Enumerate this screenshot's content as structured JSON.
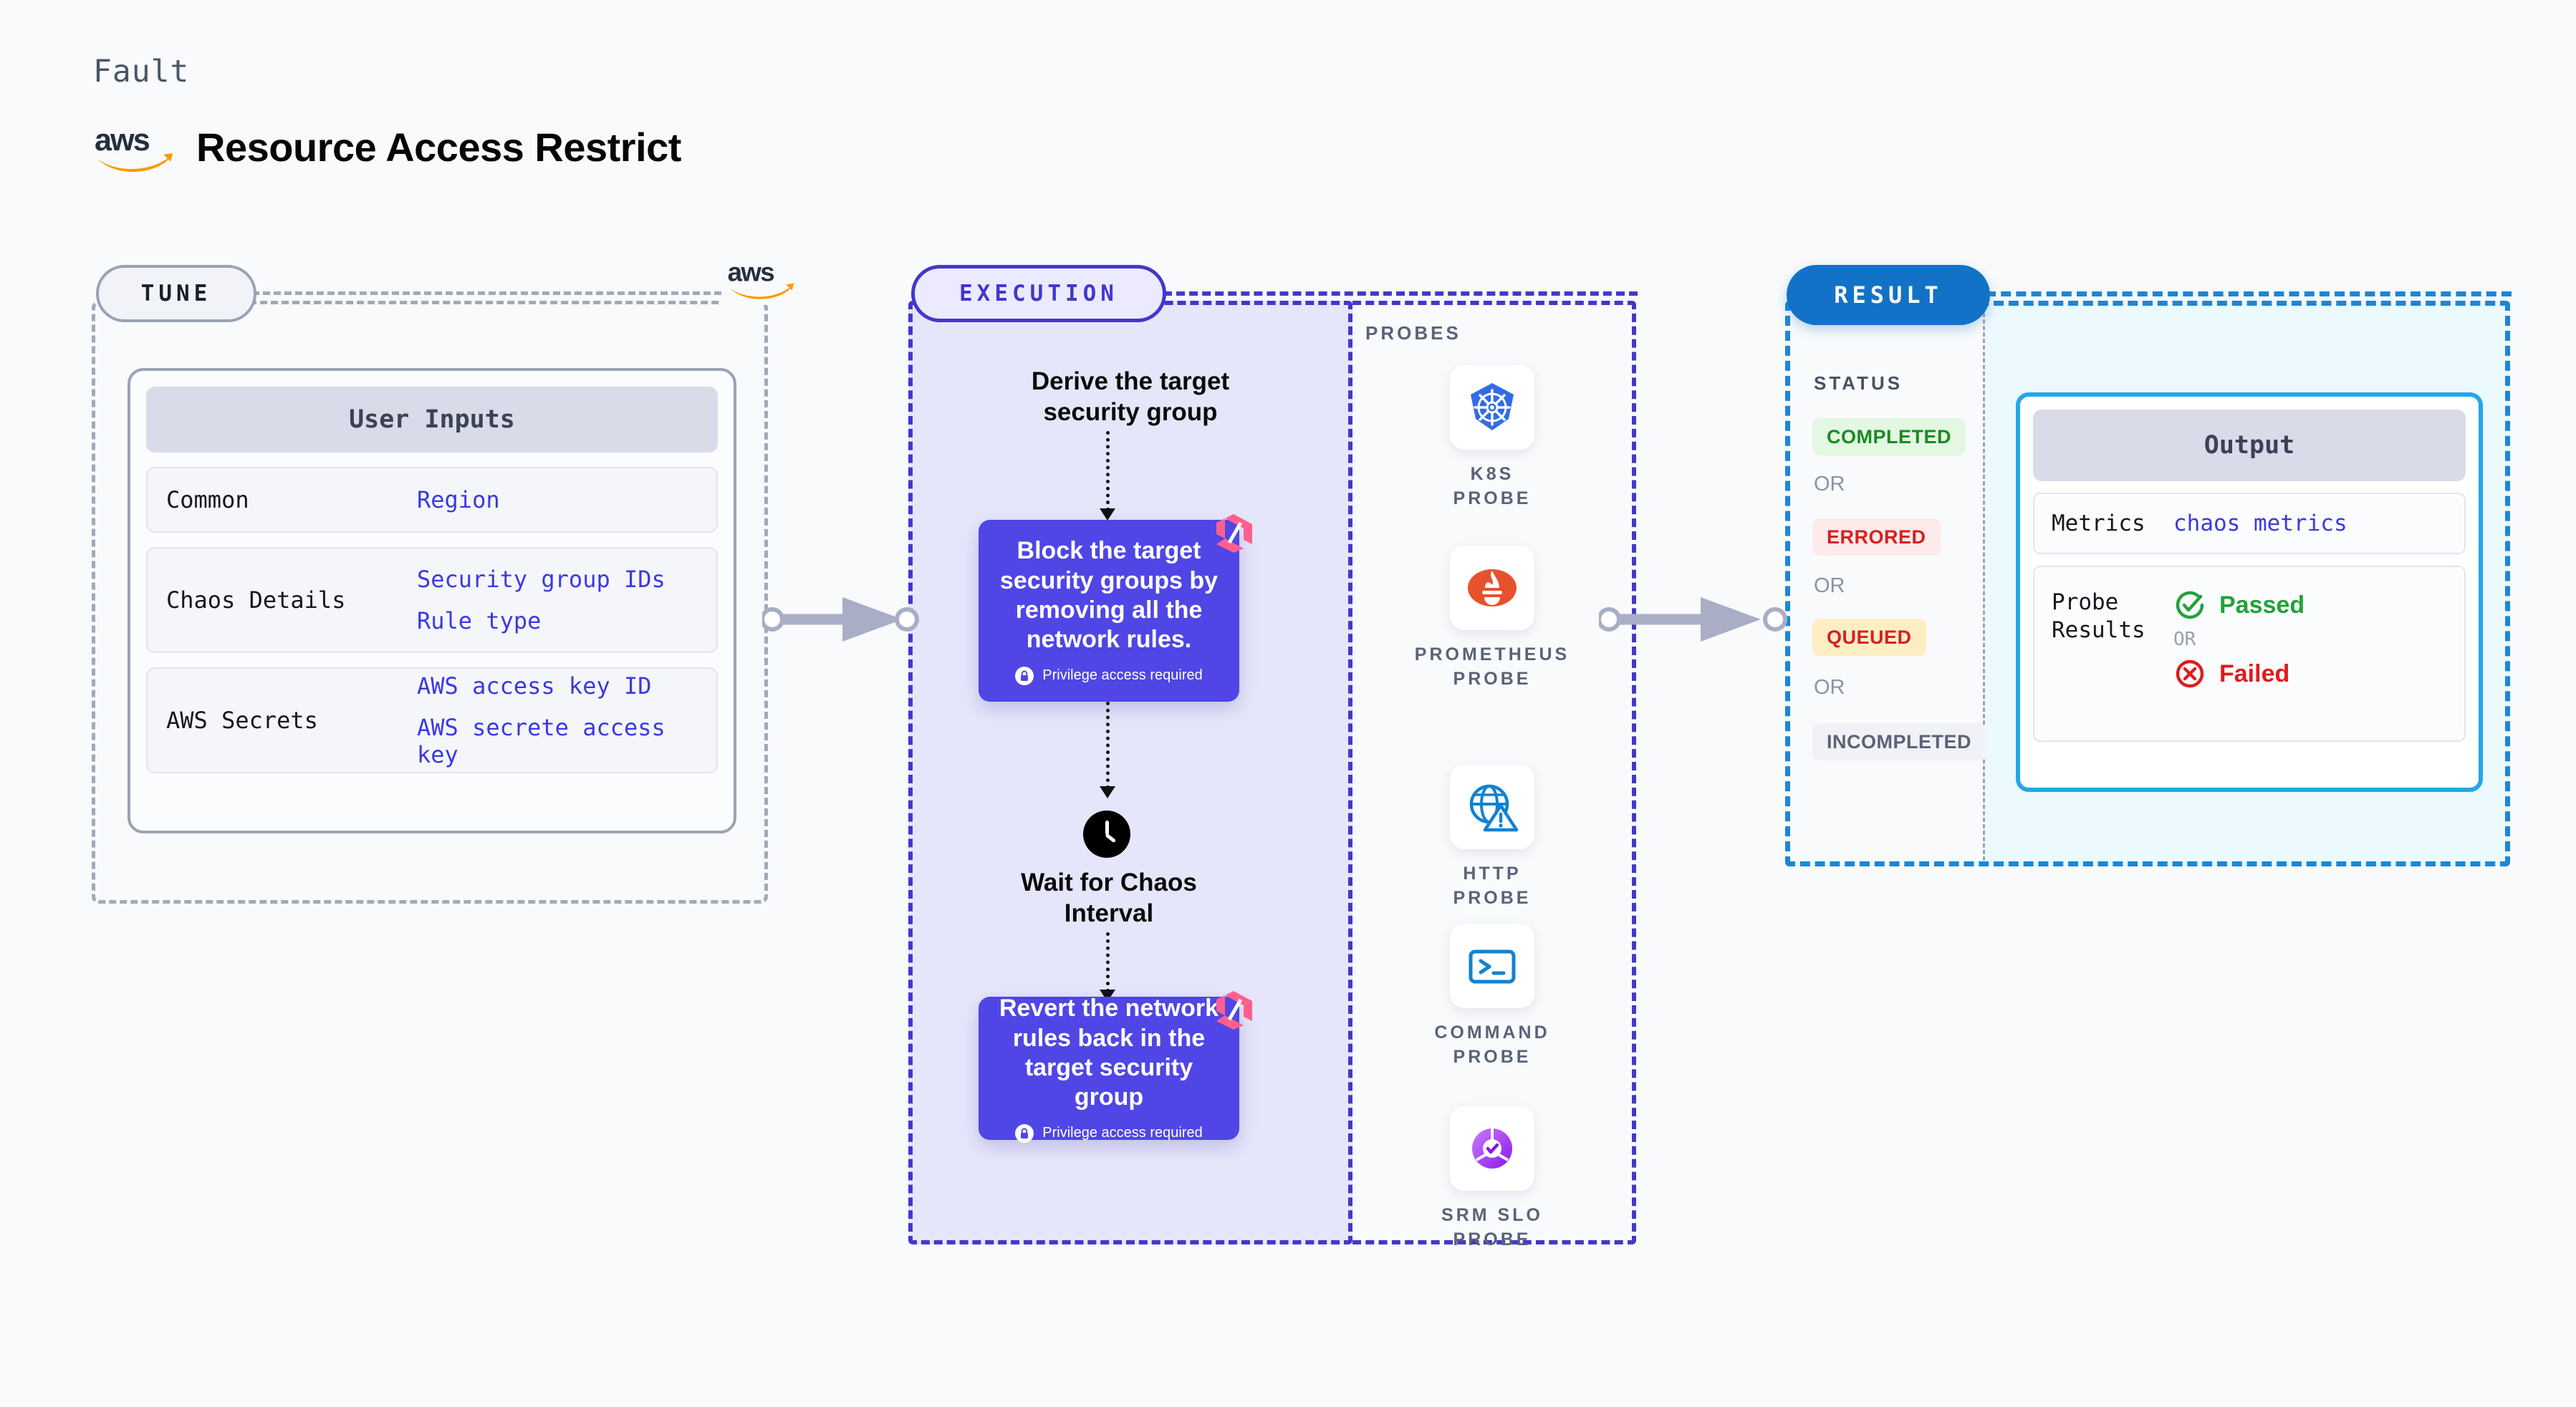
{
  "header": {
    "kicker": "Fault",
    "title": "Resource Access Restrict",
    "brand_icon": "aws-logo"
  },
  "tune": {
    "pill_label": "TUNE",
    "brand_icon": "aws-logo",
    "card_title": "User Inputs",
    "rows": [
      {
        "key": "Common",
        "values": [
          "Region"
        ]
      },
      {
        "key": "Chaos Details",
        "values": [
          "Security group IDs",
          "Rule type"
        ]
      },
      {
        "key": "AWS Secrets",
        "values": [
          "AWS access key ID",
          "AWS secrete access key"
        ]
      }
    ]
  },
  "execution": {
    "pill_label": "EXECUTION",
    "step1": "Derive the target\nsecurity group",
    "fault1_title": "Block the target security groups by removing all the network rules.",
    "fault1_note": "Privilege access required",
    "wait_step": "Wait for Chaos\nInterval",
    "fault2_title": "Revert the network rules back in the target security group",
    "fault2_note": "Privilege access required",
    "lock_icon": "lock-icon",
    "clock_icon": "clock-icon",
    "harness_icon": "harness-logo-icon"
  },
  "probes": {
    "label": "PROBES",
    "items": [
      {
        "name": "K8S PROBE",
        "icon": "kubernetes-icon",
        "color": "#326ce5"
      },
      {
        "name": "PROMETHEUS PROBE",
        "icon": "prometheus-icon",
        "color": "#e6522c"
      },
      {
        "name": "HTTP PROBE",
        "icon": "globe-alert-icon",
        "color": "#1282d1"
      },
      {
        "name": "COMMAND PROBE",
        "icon": "terminal-icon",
        "color": "#1282d1"
      },
      {
        "name": "SRM SLO PROBE",
        "icon": "slo-donut-icon",
        "color": "#a855f7"
      }
    ]
  },
  "result": {
    "pill_label": "RESULT",
    "status_label": "STATUS",
    "or_label": "OR",
    "statuses": [
      {
        "label": "COMPLETED",
        "fg": "#1a8a21",
        "bg": "#e3f7e2"
      },
      {
        "label": "ERRORED",
        "fg": "#d62020",
        "bg": "#fdeaea"
      },
      {
        "label": "QUEUED",
        "fg": "#d62020",
        "bg": "#fdeec4"
      },
      {
        "label": "INCOMPLETED",
        "fg": "#5a6377",
        "bg": "#f1f2f7"
      }
    ],
    "output": {
      "title": "Output",
      "metrics_key": "Metrics",
      "metrics_value": "chaos metrics",
      "probe_results_key": "Probe Results",
      "passed_label": "Passed",
      "failed_label": "Failed",
      "or_label": "OR",
      "passed_icon": "check-circle-icon",
      "failed_icon": "x-circle-icon"
    }
  },
  "connectors": {
    "arrow_icon": "arrow-right-icon"
  },
  "colors": {
    "accent_indigo": "#4f46e5",
    "accent_blue": "#1272c7",
    "accent_pink": "#ff5f8f",
    "page_bg": "#f8fafc"
  }
}
